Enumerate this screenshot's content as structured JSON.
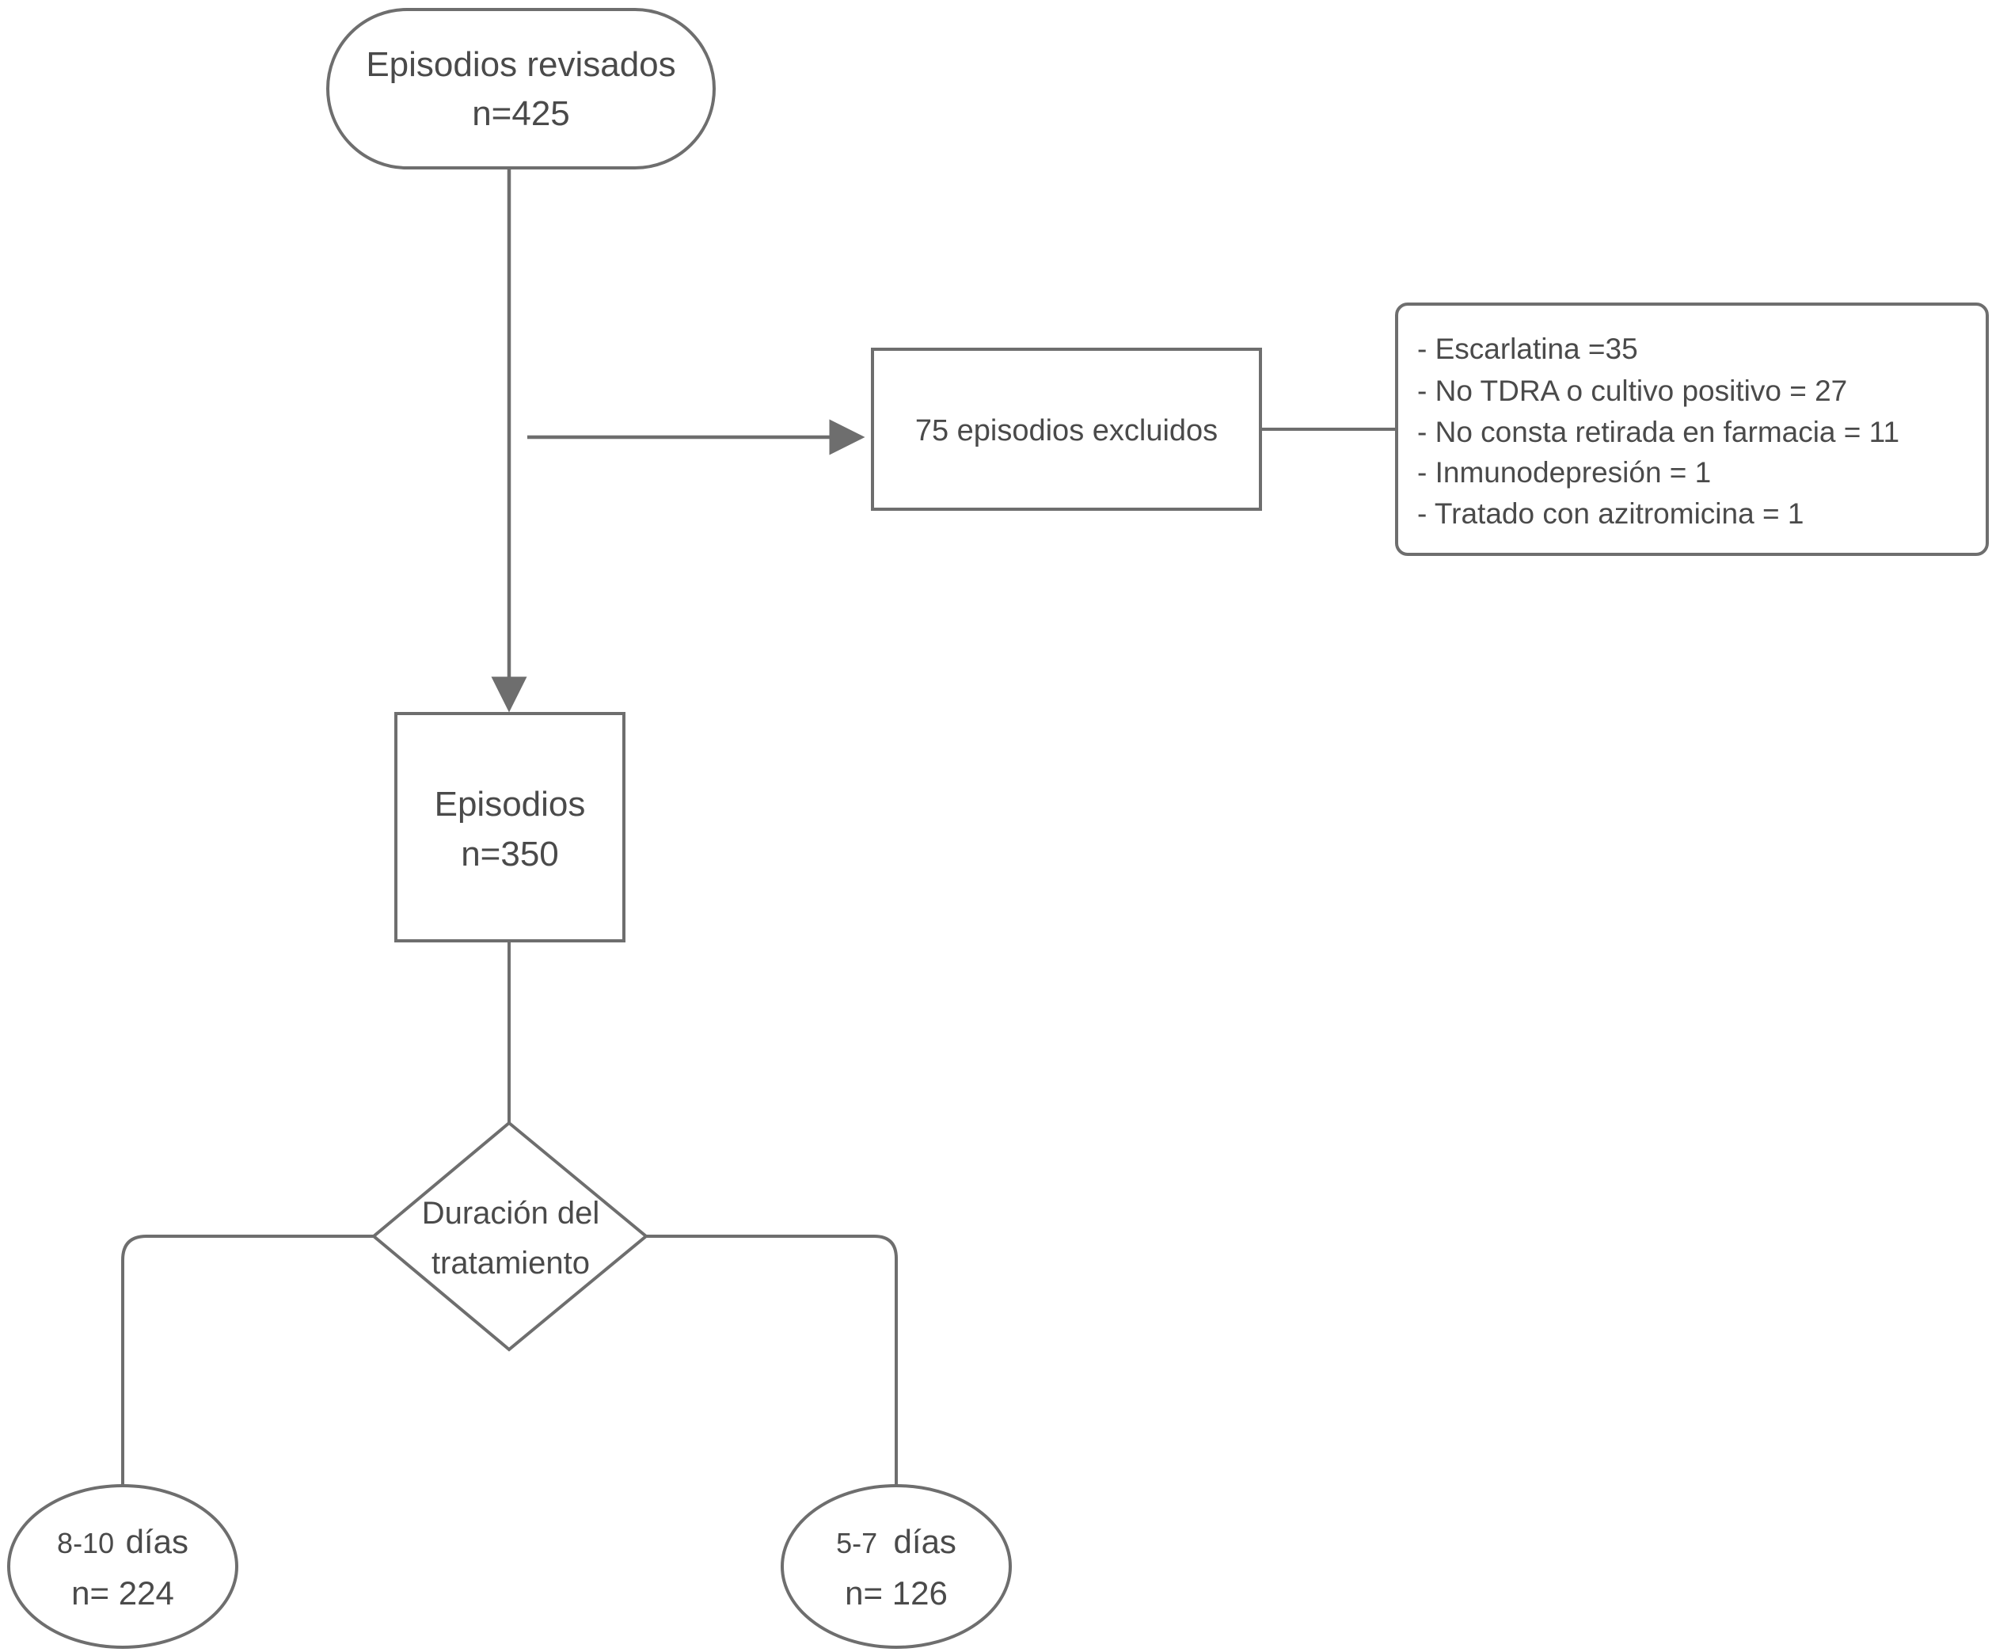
{
  "colors": {
    "stroke": "#6e6e6e",
    "text": "#4a4a4a",
    "background": "#ffffff"
  },
  "start": {
    "line1": "Episodios revisados",
    "line2": "n=425"
  },
  "excluded": {
    "label": "75 episodios excluidos"
  },
  "reasons": [
    "- Escarlatina =35",
    "- No TDRA o cultivo positivo = 27",
    "- No consta retirada en farmacia = 11",
    "- Inmunodepresión = 1",
    "- Tratado con azitromicina = 1"
  ],
  "included": {
    "line1": "Episodios",
    "line2": "n=350"
  },
  "decision": {
    "line1": "Duración del",
    "line2": "tratamiento"
  },
  "left_outcome": {
    "range": "8-10",
    "unit": "días",
    "count": "n= 224"
  },
  "right_outcome": {
    "range": "5-7",
    "unit": "días",
    "count": "n= 126"
  }
}
